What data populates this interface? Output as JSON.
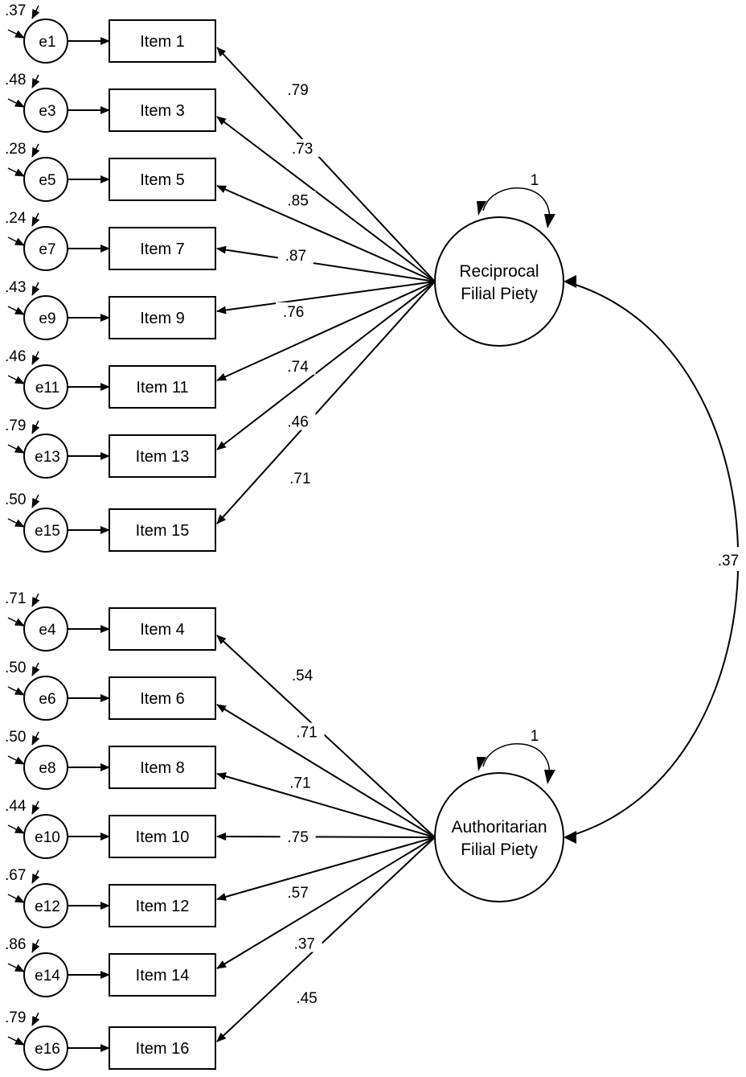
{
  "diagram": {
    "factors": [
      {
        "id": "rfp",
        "line1": "Reciprocal",
        "line2": "Filial Piety",
        "variance": "1"
      },
      {
        "id": "afp",
        "line1": "Authoritarian",
        "line2": "Filial Piety",
        "variance": "1"
      }
    ],
    "correlation": ".37",
    "indicators": [
      {
        "factor": "rfp",
        "error": "e1",
        "item": "Item 1",
        "error_variance": ".37",
        "loading": ".79"
      },
      {
        "factor": "rfp",
        "error": "e3",
        "item": "Item 3",
        "error_variance": ".48",
        "loading": ".73"
      },
      {
        "factor": "rfp",
        "error": "e5",
        "item": "Item 5",
        "error_variance": ".28",
        "loading": ".85"
      },
      {
        "factor": "rfp",
        "error": "e7",
        "item": "Item 7",
        "error_variance": ".24",
        "loading": ".87"
      },
      {
        "factor": "rfp",
        "error": "e9",
        "item": "Item 9",
        "error_variance": ".43",
        "loading": ".76"
      },
      {
        "factor": "rfp",
        "error": "e11",
        "item": "Item 11",
        "error_variance": ".46",
        "loading": ".74"
      },
      {
        "factor": "rfp",
        "error": "e13",
        "item": "Item 13",
        "error_variance": ".79",
        "loading": ".46"
      },
      {
        "factor": "rfp",
        "error": "e15",
        "item": "Item 15",
        "error_variance": ".50",
        "loading": ".71"
      },
      {
        "factor": "afp",
        "error": "e4",
        "item": "Item 4",
        "error_variance": ".71",
        "loading": ".54"
      },
      {
        "factor": "afp",
        "error": "e6",
        "item": "Item 6",
        "error_variance": ".50",
        "loading": ".71"
      },
      {
        "factor": "afp",
        "error": "e8",
        "item": "Item 8",
        "error_variance": ".50",
        "loading": ".71"
      },
      {
        "factor": "afp",
        "error": "e10",
        "item": "Item 10",
        "error_variance": ".44",
        "loading": ".75"
      },
      {
        "factor": "afp",
        "error": "e12",
        "item": "Item 12",
        "error_variance": ".67",
        "loading": ".57"
      },
      {
        "factor": "afp",
        "error": "e14",
        "item": "Item 14",
        "error_variance": ".86",
        "loading": ".37"
      },
      {
        "factor": "afp",
        "error": "e16",
        "item": "Item 16",
        "error_variance": ".79",
        "loading": ".45"
      }
    ]
  }
}
